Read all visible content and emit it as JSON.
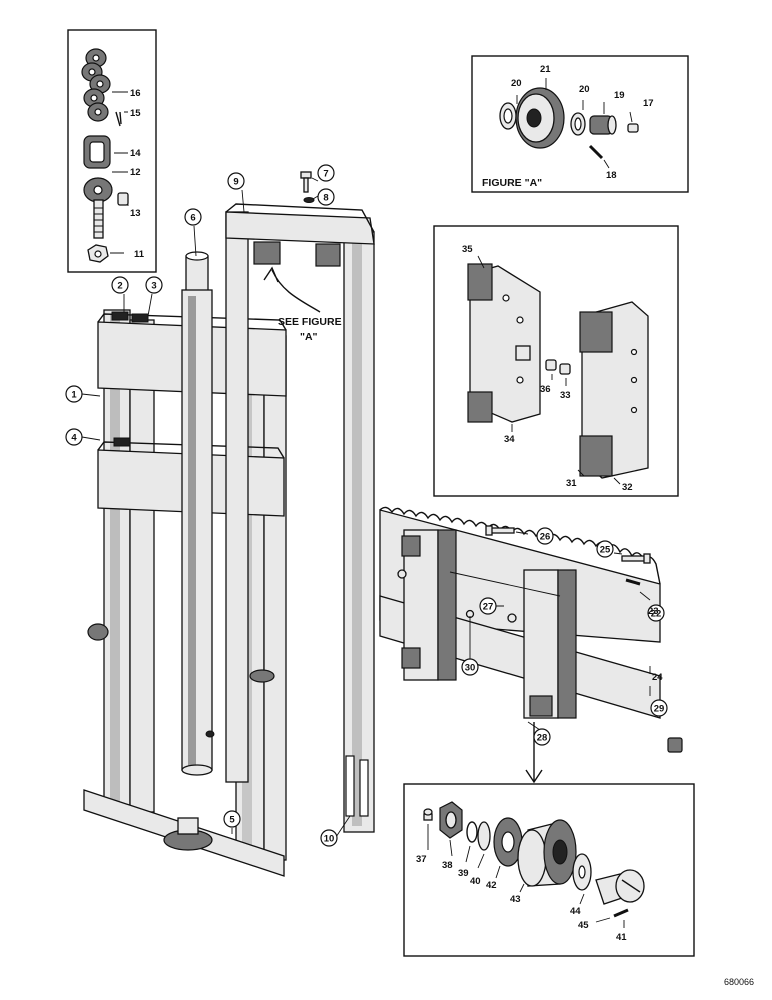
{
  "callouts": {
    "c1": "1",
    "c2": "2",
    "c3": "3",
    "c4": "4",
    "c5": "5",
    "c6": "6",
    "c7": "7",
    "c8": "8",
    "c9": "9",
    "c10": "10",
    "c11": "11",
    "c12": "12",
    "c13": "13",
    "c14": "14",
    "c15": "15",
    "c16": "16",
    "c17": "17",
    "c18": "18",
    "c19": "19",
    "c20": "20",
    "c21": "21",
    "c22": "22",
    "c23": "23",
    "c24": "24",
    "c25": "25",
    "c26": "26",
    "c27": "27",
    "c28": "28",
    "c29": "29",
    "c30": "30",
    "c31": "31",
    "c32": "32",
    "c33": "33",
    "c34": "34",
    "c35": "35",
    "c36": "36",
    "c37": "37",
    "c38": "38",
    "c39": "39",
    "c40": "40",
    "c41": "41",
    "c42": "42",
    "c43": "43",
    "c44": "44",
    "c45": "45"
  },
  "text": {
    "see_figure_line1": "SEE FIGURE",
    "see_figure_line2": "\"A\"",
    "figure_a_caption": "FIGURE \"A\"",
    "drawing_code": "680066"
  }
}
